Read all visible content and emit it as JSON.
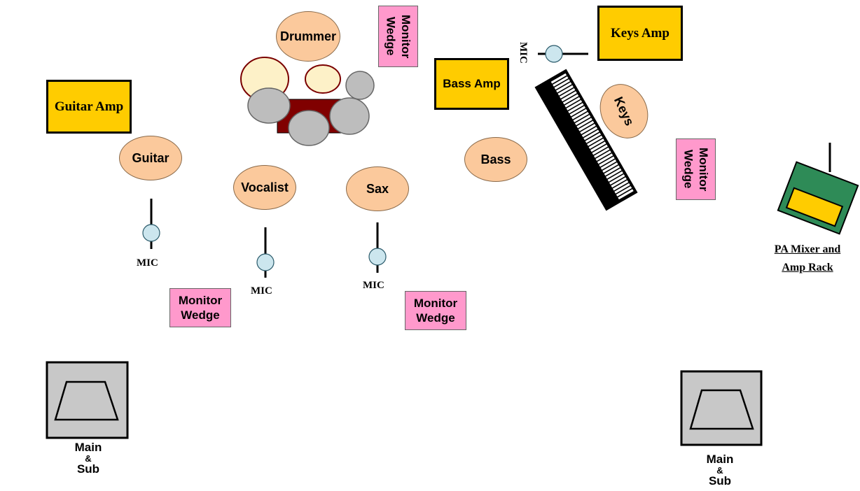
{
  "stage": {
    "drummer": "Drummer",
    "guitar_amp": "Guitar Amp",
    "bass_amp": "Bass Amp",
    "keys_amp": "Keys Amp",
    "guitar": "Guitar",
    "vocalist": "Vocalist",
    "sax": "Sax",
    "bass": "Bass",
    "keys": "Keys",
    "monitor_line1": "Monitor",
    "monitor_line2": "Wedge",
    "mic": "MIC",
    "main_line1": "Main",
    "main_line2": "&",
    "main_line3": "Sub",
    "pa_line1": "PA Mixer and",
    "pa_line2": "Amp Rack"
  },
  "colors": {
    "amp": "#ffcc00",
    "monitor": "#ff99cc",
    "player": "#fbc99c",
    "drum_head": "#fdf1c8",
    "drum_rim": "#7a0000",
    "drum_riser": "#800000",
    "cymbal": "#bdbdbd",
    "mic": "#cce6ee",
    "speaker": "#c8c8c8",
    "mixer_green": "#2e8b57"
  }
}
